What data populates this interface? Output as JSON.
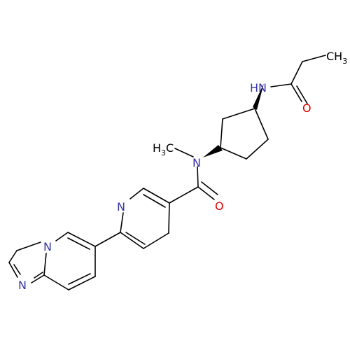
{
  "molecule": {
    "atom_labels": {
      "ch3_top": {
        "main": "CH",
        "sub": "3"
      },
      "nh": "HN",
      "o_top": "O",
      "h3c": {
        "main": "H",
        "sub": "3",
        "tail": "C"
      },
      "n_amide": "N",
      "o_amide": "O",
      "n_pyridine": "N",
      "n_bridge": "N",
      "n_imidazole": "N"
    },
    "colors": {
      "bond": "#000000",
      "nitrogen": "#3333aa",
      "oxygen": "#dd0000",
      "carbon_label": "#000000",
      "background": "#ffffff"
    }
  }
}
